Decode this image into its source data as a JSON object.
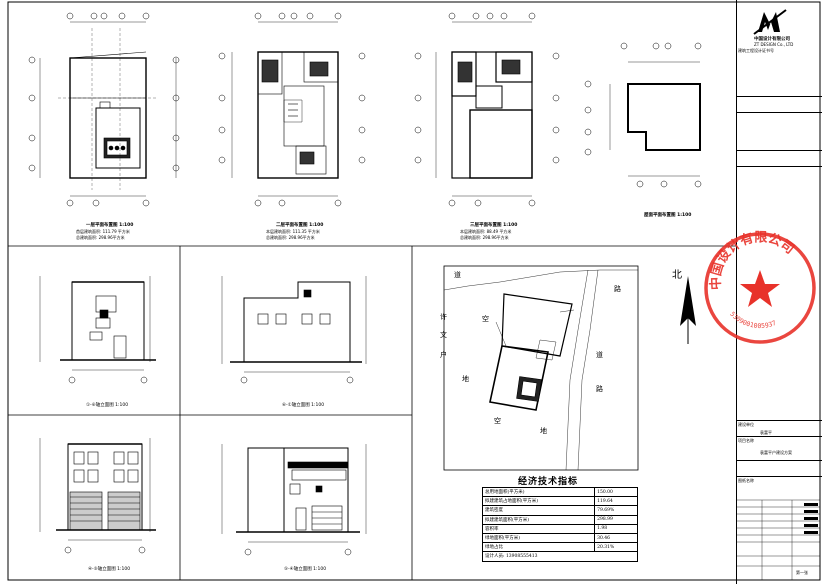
{
  "firm": {
    "name_cn": "中国设计有限公司",
    "name_en": "ZT DESIGN Co., LTD",
    "license": "建筑工程设计证书号 ",
    "small_lines": [
      "",
      "",
      ""
    ]
  },
  "plans": [
    {
      "title": "一层平面布置图 1:100",
      "area1": "首层建筑面积: 111.79 平方米",
      "area2": "总建筑面积: 298.96平方米"
    },
    {
      "title": "二层平面布置图 1:100",
      "area1": "本层建筑面积: 111.35 平方米",
      "area2": "总建筑面积: 298.96平方米"
    },
    {
      "title": "三层平面布置图 1:100",
      "area1": "本层建筑面积: 88.49 平方米",
      "area2": "总建筑面积: 298.96平方米"
    },
    {
      "title": "屋面平面布置图 1:100",
      "area1": "",
      "area2": ""
    }
  ],
  "elevations": [
    {
      "title": "①-⑥轴立面图",
      "scale": "1:100"
    },
    {
      "title": "⑥-①轴立面图",
      "scale": "1:100"
    },
    {
      "title": "④-⑤轴立面图",
      "scale": "1:100"
    },
    {
      "title": "⑤-④轴立面图",
      "scale": "1:100"
    }
  ],
  "site": {
    "chars_top": [
      "道",
      "路"
    ],
    "chars_left": [
      "许",
      "文",
      "户"
    ],
    "chars_mid": [
      "空",
      "地"
    ],
    "chars_right": [
      "道",
      "路"
    ],
    "chars_bottom": [
      "空",
      "地"
    ],
    "north": "北"
  },
  "indicators": {
    "title": "经济技术指标",
    "rows": [
      {
        "label": "总用地面积(平方米)",
        "value": "150.00"
      },
      {
        "label": "拟建建筑占地面积(平方米)",
        "value": "119.64"
      },
      {
        "label": "建筑密度",
        "value": "79.69%"
      },
      {
        "label": "拟建建筑面积(平方米)",
        "value": "298.99"
      },
      {
        "label": "容积率",
        "value": "1.98"
      },
      {
        "label": "绿地面积(平方米)",
        "value": "30.46"
      },
      {
        "label": "绿地占比",
        "value": "20.31%"
      }
    ],
    "designer": "设计人员: 13908555413"
  },
  "titleblock": {
    "project_label": "建设单位",
    "project_value": "袁富平",
    "name_label": "项目名称",
    "name_value": "袁富平户建设方案",
    "drawing_label": "图纸名称",
    "signs": [
      "",
      "",
      "",
      "",
      "",
      ""
    ],
    "bottom": [
      "",
      "",
      "第一张"
    ]
  },
  "stamp": {
    "text": "中国设计有限公司",
    "code": "5309001005937"
  }
}
